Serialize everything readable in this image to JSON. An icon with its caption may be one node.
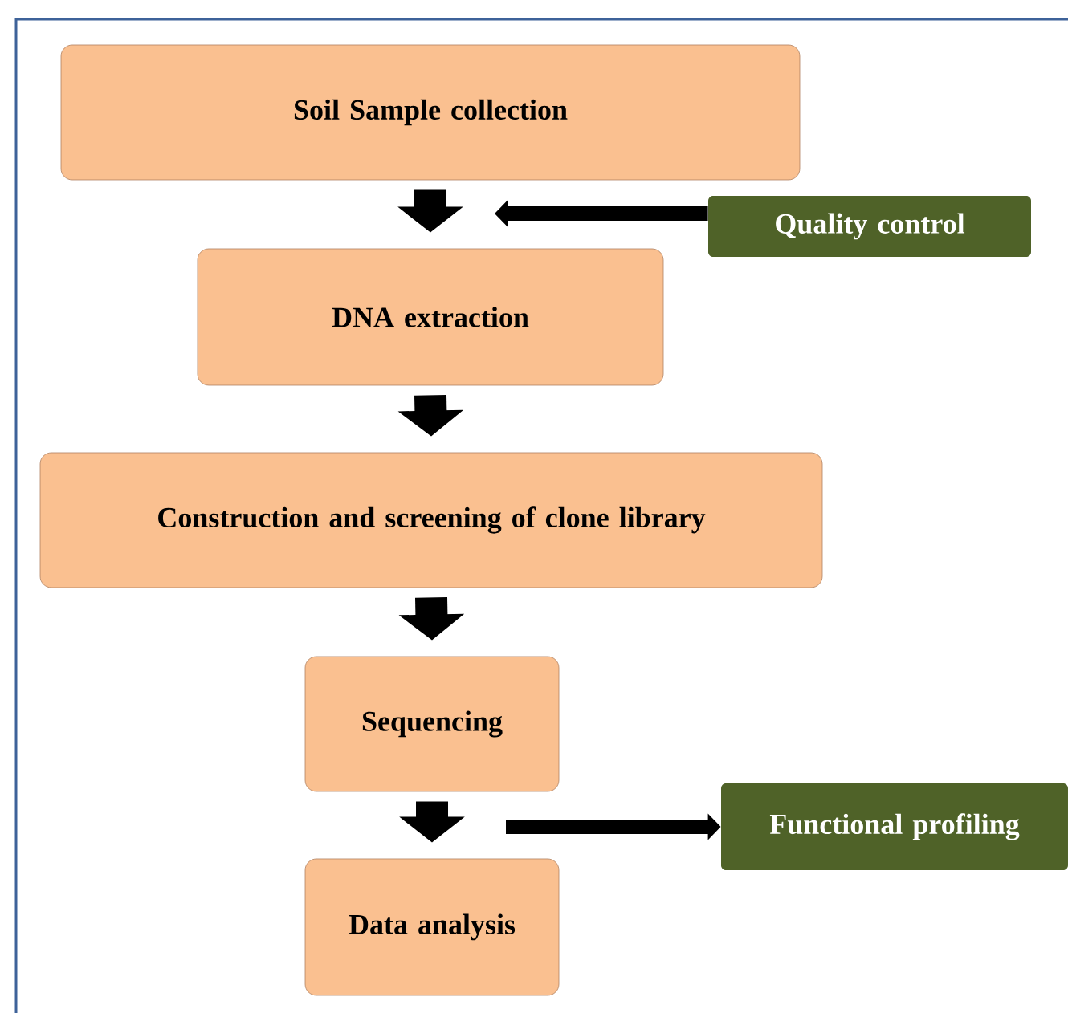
{
  "diagram": {
    "nodes": [
      {
        "text": [
          "Soil Sample collection"
        ]
      },
      {
        "text": [
          "DNA extraction"
        ]
      },
      {
        "text": [
          "Construction and screening of clone library"
        ]
      },
      {
        "text": [
          "Sequencing"
        ]
      },
      {
        "text": [
          "Data analysis"
        ]
      },
      {
        "text": [
          "Quality control"
        ]
      },
      {
        "text": [
          "Functional profiling"
        ]
      }
    ],
    "edges": [
      {
        "from": 0,
        "to": 1,
        "arrow": "to"
      },
      {
        "from": 1,
        "to": 2,
        "arrow": "to"
      },
      {
        "from": 2,
        "to": 3,
        "arrow": "to"
      },
      {
        "from": 3,
        "to": 4,
        "arrow": "to"
      },
      {
        "from": 5,
        "to": null,
        "arrow": "to"
      },
      {
        "from": null,
        "to": 6,
        "arrow": "to"
      }
    ]
  }
}
